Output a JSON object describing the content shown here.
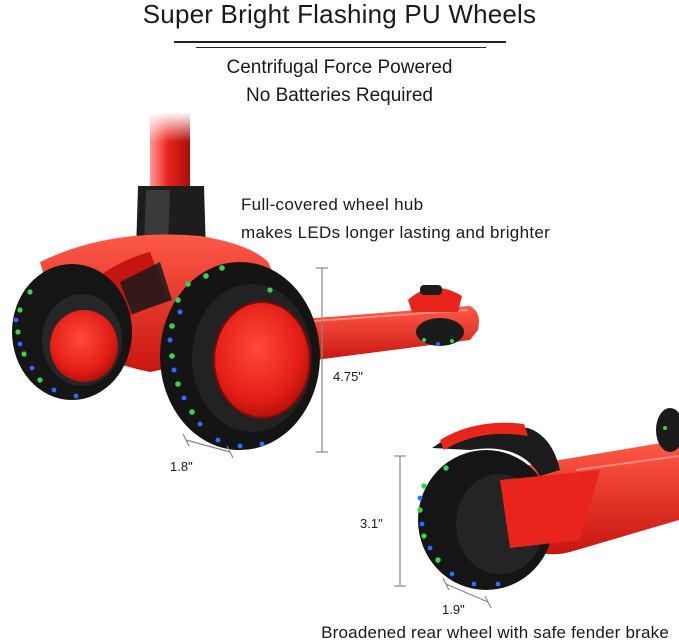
{
  "heading": {
    "title": "Super Bright Flashing PU Wheels",
    "line1": "Centrifugal Force Powered",
    "line2": "No Batteries Required"
  },
  "callouts": {
    "hub_line1": "Full-covered wheel hub",
    "hub_line2": "makes LEDs longer lasting and brighter",
    "rear_caption": "Broadened rear wheel with safe fender brake"
  },
  "dimensions": {
    "front_height": "4.75\"",
    "front_width": "1.8\"",
    "rear_height": "3.1\"",
    "rear_width": "1.9\""
  },
  "colors": {
    "body_red": "#e8241c",
    "tire_black": "#151515",
    "led_green": "#3bd24a",
    "led_blue": "#2f6bff"
  }
}
